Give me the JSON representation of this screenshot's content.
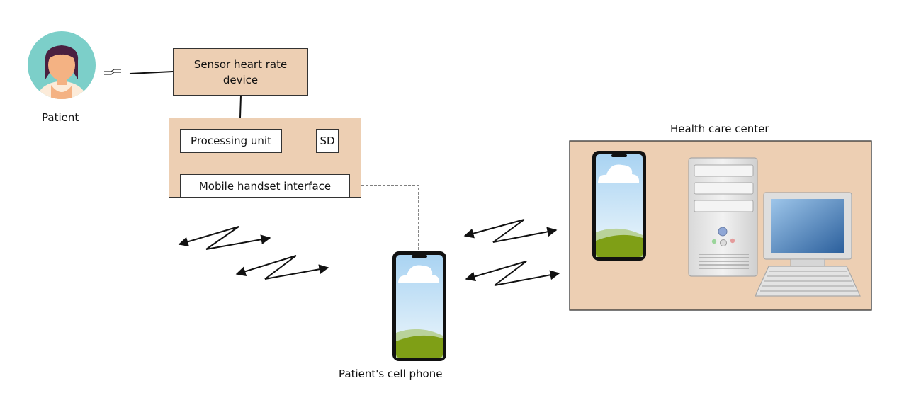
{
  "nodes": {
    "patient": {
      "label": "Patient"
    },
    "sensor": {
      "label_line1": "Sensor heart rate",
      "label_line2": "device"
    },
    "processing_unit": {
      "label": "Processing unit"
    },
    "sd": {
      "label": "SD"
    },
    "mobile_interface": {
      "label": "Mobile handset interface"
    },
    "patient_phone": {
      "label": "Patient's cell phone"
    },
    "health_center": {
      "label": "Health care center"
    }
  },
  "icons": [
    "patient-avatar-icon",
    "wearable-sensor-icon",
    "smartphone-icon",
    "desktop-computer-icon",
    "wireless-signal-icon"
  ],
  "colors": {
    "box_fill": "#edcfb3",
    "avatar_bg": "#7ccfc9",
    "hair": "#4a2040",
    "skin": "#f4b283",
    "screen_sky": "#cfe8f7",
    "grass": "#7f9f16"
  }
}
